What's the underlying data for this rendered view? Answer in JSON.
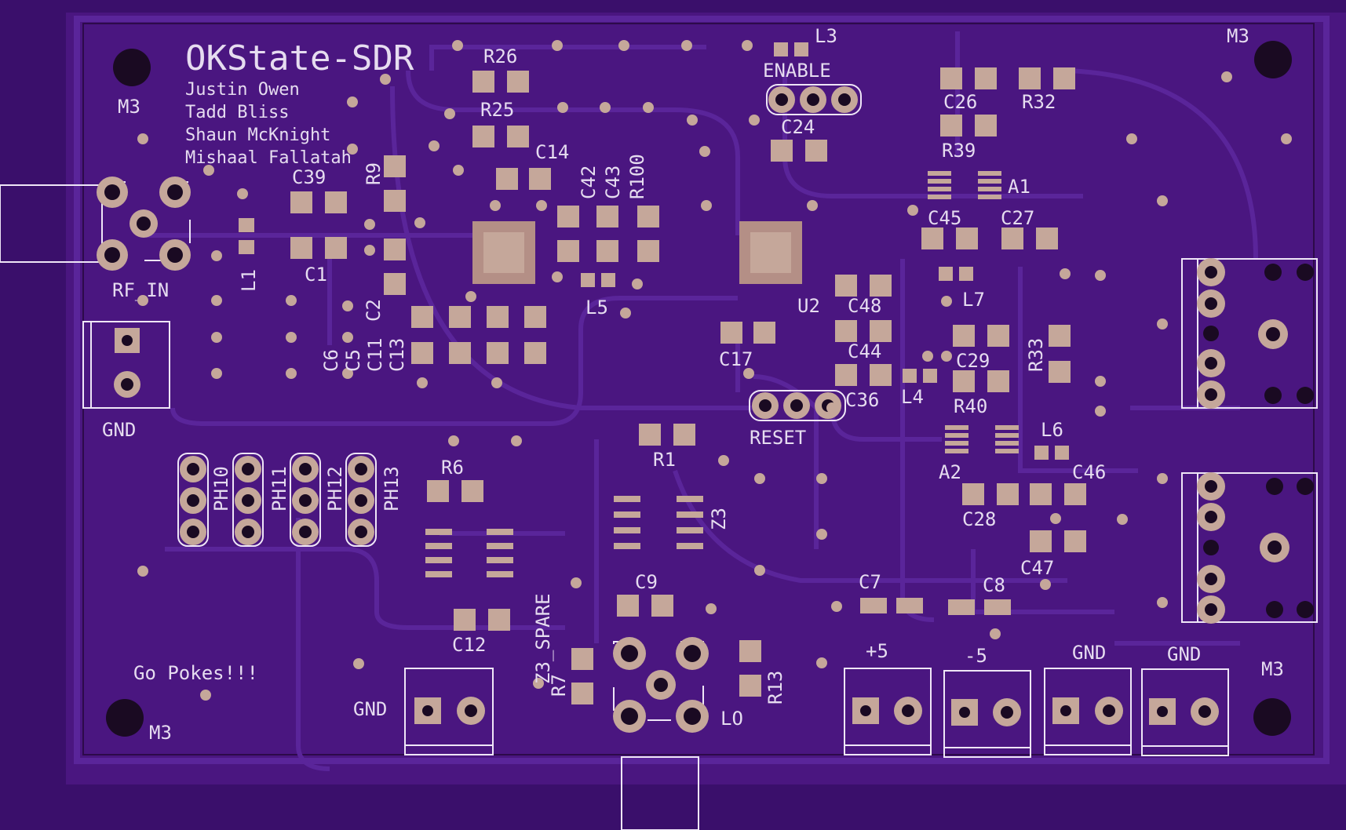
{
  "board": {
    "title": "OKState-SDR",
    "authors": [
      "Justin Owen",
      "Tadd Bliss",
      "Shaun McKnight",
      "Mishaal Fallatah"
    ],
    "slogan": "Go Pokes!!!",
    "colors": {
      "background": "#3a0f6b",
      "board": "#4a1680",
      "copper": "#c5a79a",
      "silk": "#e6dcf0"
    }
  },
  "labels": {
    "m3_tl": "M3",
    "m3_tr": "M3",
    "m3_bl": "M3",
    "m3_br": "M3",
    "rf_in": "RF_IN",
    "gnd_left": "GND",
    "gnd_bottom": "GND",
    "lo": "LO",
    "reset": "RESET",
    "enable": "ENABLE",
    "plus5": "+5",
    "minus5": "-5",
    "gnd_r1": "GND",
    "gnd_r2": "GND",
    "z3_spare": "Z3_SPARE",
    "r26": "R26",
    "r25": "R25",
    "c14": "C14",
    "c42": "C42",
    "c43": "C43",
    "r100": "R100",
    "c39": "C39",
    "r9": "R9",
    "l1": "L1",
    "c1": "C1",
    "c2": "C2",
    "c6": "C6",
    "c5": "C5",
    "c11": "C11",
    "c13": "C13",
    "l5": "L5",
    "l3": "L3",
    "c24": "C24",
    "u2": "U2",
    "c17": "C17",
    "c26": "C26",
    "r32": "R32",
    "r39": "R39",
    "a1": "A1",
    "c45": "C45",
    "c27": "C27",
    "l7": "L7",
    "c48": "C48",
    "c44": "C44",
    "c29": "C29",
    "r33": "R33",
    "c36": "C36",
    "l4": "L4",
    "r40": "R40",
    "l6": "L6",
    "a2": "A2",
    "c46": "C46",
    "c28": "C28",
    "c47": "C47",
    "r1": "R1",
    "z3": "Z3",
    "r6": "R6",
    "c12": "C12",
    "c9": "C9",
    "r7": "R7",
    "r13": "R13",
    "c7": "C7",
    "c8": "C8",
    "ph10": "PH10",
    "ph11": "PH11",
    "ph12": "PH12",
    "ph13": "PH13"
  }
}
